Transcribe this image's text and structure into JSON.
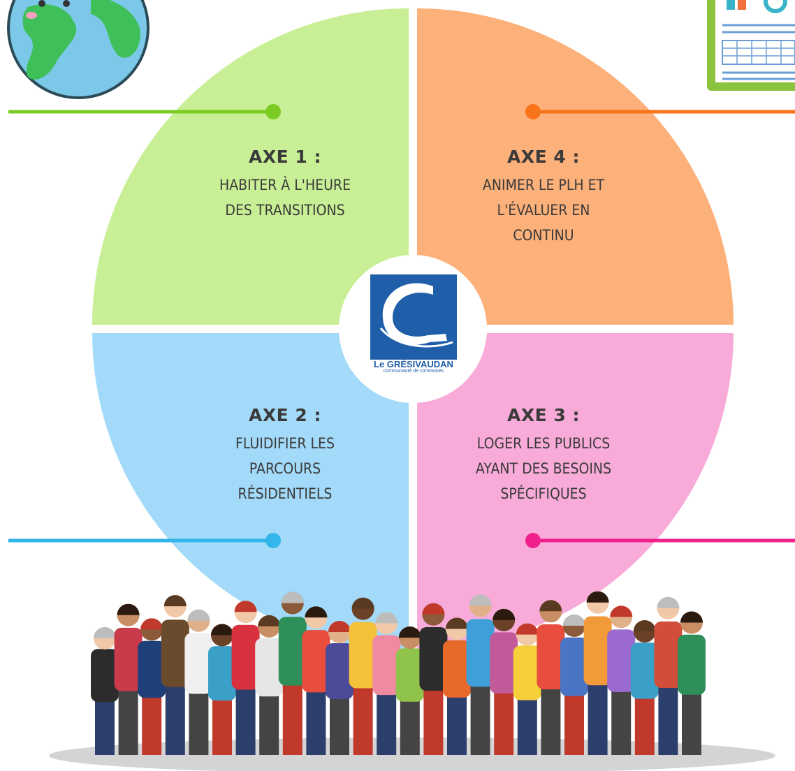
{
  "colors": {
    "axe1": "#c8ef95",
    "axe2": "#a3daf9",
    "axe3": "#f8abd8",
    "axe4": "#fcb07a",
    "line1": "#7ccb25",
    "line2": "#33b6ea",
    "line3": "#f0218c",
    "line4": "#f9731a",
    "logo_blue": "#1f5ea8"
  },
  "axes": [
    {
      "id": "axe1",
      "title": "AXE 1 :",
      "lines": [
        "HABITER À L'HEURE",
        "DES TRANSITIONS"
      ]
    },
    {
      "id": "axe4",
      "title": "AXE 4 :",
      "lines": [
        "ANIMER LE PLH ET",
        "L'ÉVALUER EN",
        "CONTINU"
      ]
    },
    {
      "id": "axe2",
      "title": "AXE 2 :",
      "lines": [
        "FLUIDIFIER LES",
        "PARCOURS",
        "RÉSIDENTIELS"
      ]
    },
    {
      "id": "axe3",
      "title": "AXE 3 :",
      "lines": [
        "LOGER LES PUBLICS",
        "AYANT DES BESOINS",
        "SPÉCIFIQUES"
      ]
    }
  ],
  "logo": {
    "name": "Le GRÉSIVAUDAN",
    "subtitle": "communauté de communes"
  },
  "illustrations": [
    "globe-illustration",
    "report-illustration",
    "crowd-illustration"
  ]
}
